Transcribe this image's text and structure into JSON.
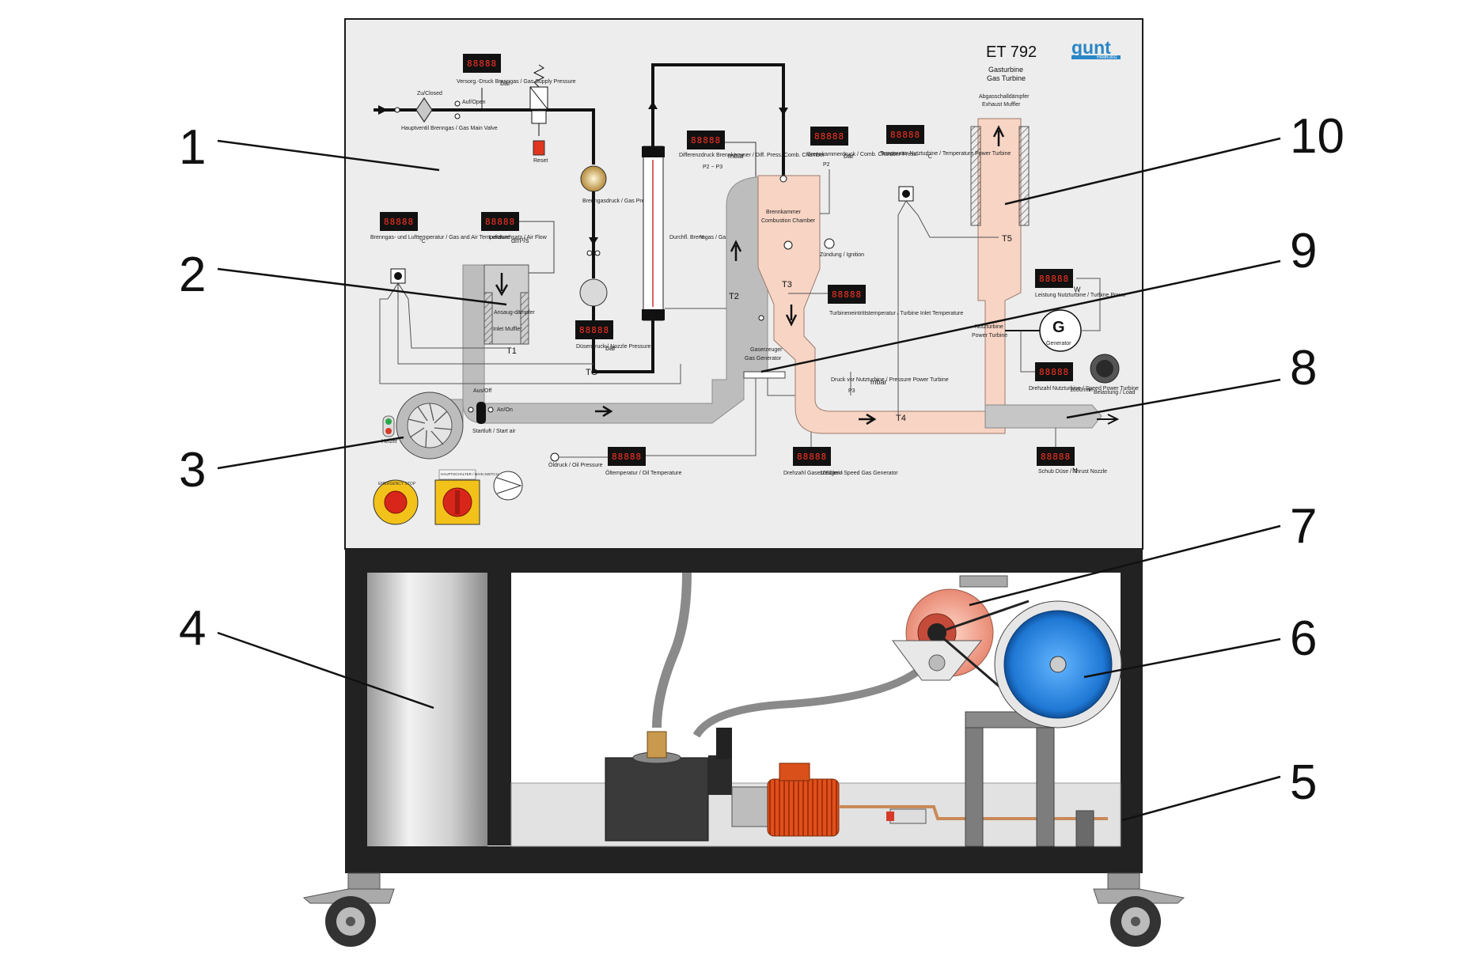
{
  "panel": {
    "model": "ET 792",
    "title_de": "Gasturbine",
    "title_en": "Gas Turbine",
    "logo": "gunt",
    "logo_sub": "HAMBURG"
  },
  "callouts": [
    "1",
    "2",
    "3",
    "4",
    "5",
    "6",
    "7",
    "8",
    "9",
    "10"
  ],
  "panel_labels": {
    "gas_supply_pressure": "Versorg.-Druck Brenngas / Gas Supply Pressure",
    "gas_supply_unit": "bar",
    "zu_closed": "Zu/Closed",
    "auf_open": "Auf/Open",
    "main_valve": "Hauptventil Brenngas / Gas Main Valve",
    "reset": "Reset",
    "gas_pressure": "Brenngasdruck / Gas Pressure",
    "gas_flow": "Durchfl. Brenngas / Gas Flow",
    "gas_flow_unit": "%",
    "nozzle_pressure": "Düsendruck / Nozzle Pressure",
    "nozzle_pressure_unit": "bar",
    "diff_pressure": "Differenzdruck Brennkammer / Diff. Press. Comb. Chamber",
    "diff_pressure_unit": "mbar",
    "diff_pressure_formula": "P2 − P3",
    "combustion_chamber_de": "Brennkammer",
    "combustion_chamber_en": "Combustion Chamber",
    "comb_chamber_pressure": "Brennkammerdruck / Comb. Chamber Press.",
    "comb_chamber_pressure_unit": "bar",
    "comb_chamber_p": "P2",
    "ignition": "Zündung / Ignition",
    "temp_power_turbine": "Temperatur Nutzturbine / Temperature Power Turbine",
    "temp_unit": "°C",
    "exhaust_muffler_de": "Abgasschalldämpfer",
    "exhaust_muffler_en": "Exhaust Muffler",
    "gas_air_temp": "Brenngas- und Lufttemperatur / Gas and Air Temperature",
    "air_flow": "Luftdurchsatz / Air Flow",
    "air_flow_unit": "dm³/s",
    "inlet_muffler_de": "Ansaug-dämpfer",
    "inlet_muffler_en": "Inlet Muffler",
    "turbine_inlet_temp": "Turbineneintrittstemperatur / Turbine Inlet Temperature",
    "turbine_power": "Leistung Nutzturbine / Turbine Power",
    "turbine_power_unit": "W",
    "generator_symbol": "G",
    "generator": "Generator",
    "power_turbine_de": "Nutzturbine",
    "power_turbine_en": "Power Turbine",
    "gas_generator_de": "Gaserzeuger",
    "gas_generator_en": "Gas Generator",
    "pressure_power_turbine": "Druck vor Nutzturbine / Pressure Power Turbine",
    "pressure_power_turbine_unit": "mbar",
    "speed_power_turbine": "Drehzahl Nutzturbine / Speed Power Turbine",
    "speed_unit": "1000/min",
    "load": "Belastung / Load",
    "aus_off": "Aus/Off",
    "an_on": "An/On",
    "start_air": "Startluft / Start air",
    "heater": "Heizer",
    "oil_pressure": "Öldruck / Oil Pressure",
    "oil_temp": "Öltemperatur / Oil Temperature",
    "speed_gas_generator": "Drehzahl Gaserzeuger / Speed Gas Generator",
    "exhaust_nozzle_thrust": "Schub Düse / Thrust Nozzle",
    "thrust_unit": "N",
    "emergency_stop": "EMERGENCY STOP",
    "main_switch": "HAUPTSCHALTER / MAIN SWITCH",
    "t1": "T1",
    "t2": "T2",
    "t3": "T3",
    "t4": "T4",
    "t5": "T5",
    "tg": "TG",
    "p2": "P2",
    "p3": "P3"
  },
  "display_reading": "88888"
}
